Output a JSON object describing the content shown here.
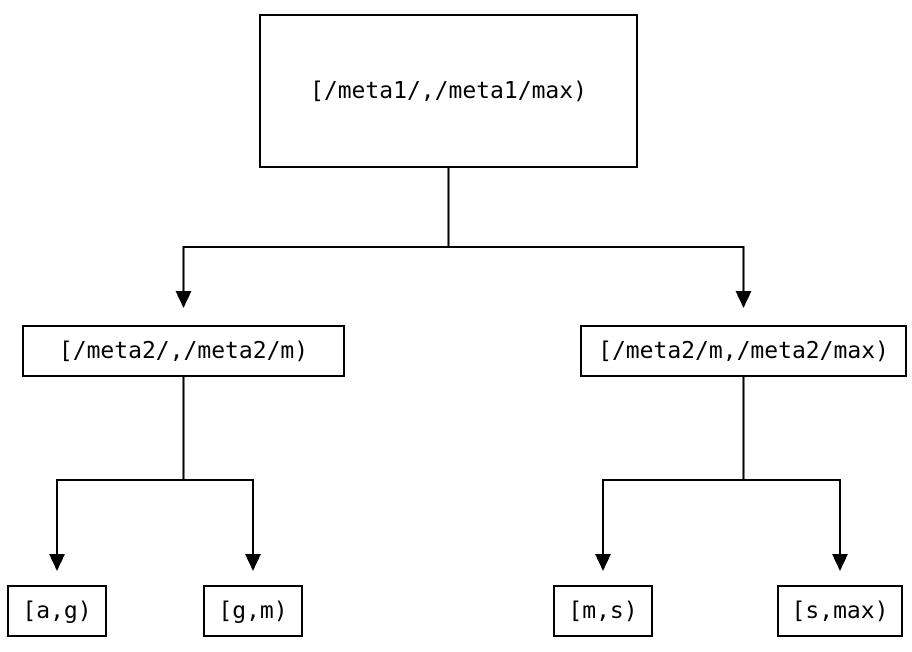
{
  "diagram": {
    "type": "tree",
    "background_color": "#ffffff",
    "line_color": "#000000",
    "text_color": "#000000",
    "nodes": [
      {
        "id": "root",
        "label": "[/meta1/,/meta1/max)",
        "level": 0
      },
      {
        "id": "meta2-left",
        "label": "[/meta2/,/meta2/m)",
        "level": 1
      },
      {
        "id": "meta2-right",
        "label": "[/meta2/m,/meta2/max)",
        "level": 1
      },
      {
        "id": "leaf-a-g",
        "label": "[a,g)",
        "level": 2
      },
      {
        "id": "leaf-g-m",
        "label": "[g,m)",
        "level": 2
      },
      {
        "id": "leaf-m-s",
        "label": "[m,s)",
        "level": 2
      },
      {
        "id": "leaf-s-max",
        "label": "[s,max)",
        "level": 2
      }
    ],
    "edges": [
      {
        "from": "root",
        "to": "meta2-left"
      },
      {
        "from": "root",
        "to": "meta2-right"
      },
      {
        "from": "meta2-left",
        "to": "leaf-a-g"
      },
      {
        "from": "meta2-left",
        "to": "leaf-g-m"
      },
      {
        "from": "meta2-right",
        "to": "leaf-m-s"
      },
      {
        "from": "meta2-right",
        "to": "leaf-s-max"
      }
    ]
  }
}
